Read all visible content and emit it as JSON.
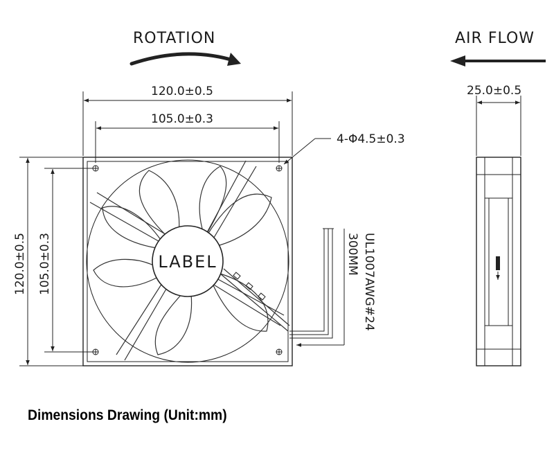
{
  "headings": {
    "rotation": "ROTATION",
    "air_flow": "AIR FLOW"
  },
  "dimensions": {
    "outer_width": "120.0±0.5",
    "hole_spacing_width": "105.0±0.3",
    "mounting_holes": "4-Φ4.5±0.3",
    "outer_height": "120.0±0.5",
    "hole_spacing_height": "105.0±0.3",
    "thickness": "25.0±0.5"
  },
  "hub_label": "LABEL",
  "cable": {
    "wire_spec": "UL1007AWG#24",
    "length": "300MM"
  },
  "caption": "Dimensions Drawing (Unit:mm)"
}
